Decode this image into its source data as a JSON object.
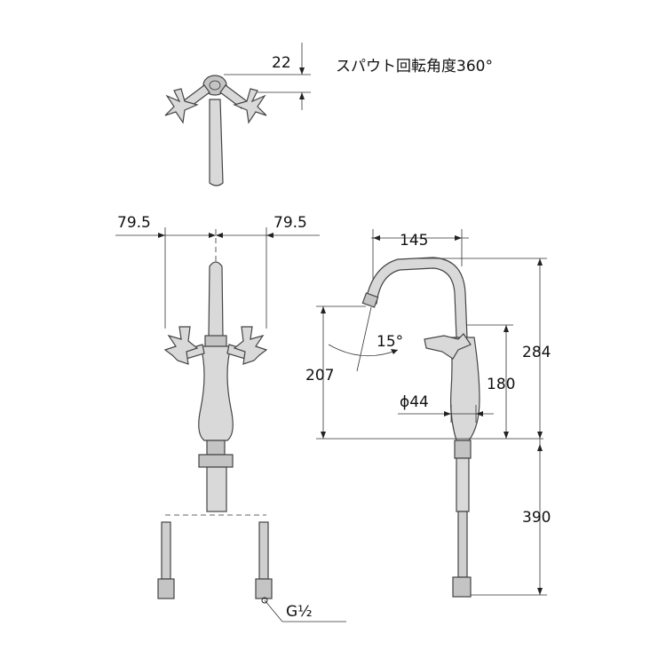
{
  "labels": {
    "spout_rotation": "スパウト回転角度360°",
    "dim_22": "22",
    "dim_79_left": "79.5",
    "dim_79_right": "79.5",
    "dim_145": "145",
    "dim_284": "284",
    "dim_207": "207",
    "dim_180": "180",
    "dim_15deg": "15°",
    "dim_phi44": "ϕ44",
    "dim_390": "390",
    "thread": "G½"
  }
}
